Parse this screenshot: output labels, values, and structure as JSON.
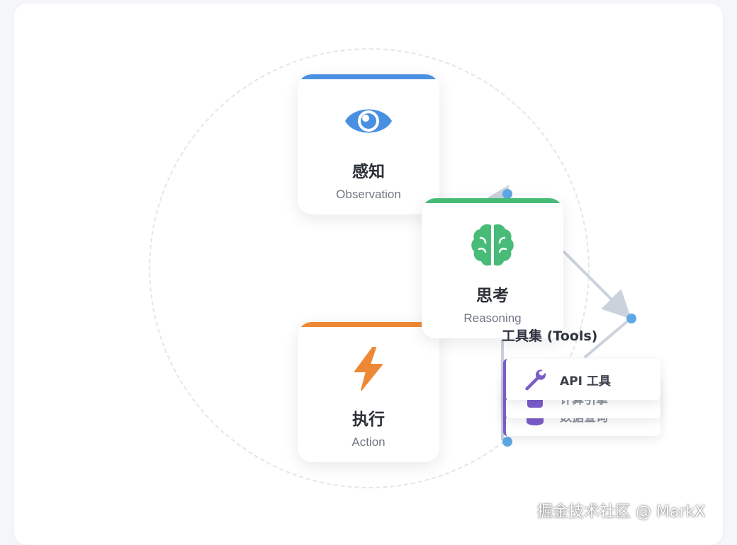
{
  "diagram": {
    "cards": [
      {
        "title": "感知",
        "subtitle": "Observation",
        "icon": "eye-icon",
        "color": "#4a90e2"
      },
      {
        "title": "思考",
        "subtitle": "Reasoning",
        "icon": "brain-icon",
        "color": "#48bb78"
      },
      {
        "title": "执行",
        "subtitle": "Action",
        "icon": "lightning-icon",
        "color": "#ed8936"
      }
    ],
    "tools": {
      "title": "工具集 (Tools)",
      "accent": "#7b5cc9",
      "items": [
        {
          "label": "API 工具",
          "icon": "wrench-icon"
        },
        {
          "label": "计算引擎",
          "icon": "calculator-icon"
        },
        {
          "label": "数据查询",
          "icon": "database-icon"
        }
      ]
    },
    "connector_color": "#cbd2dc",
    "node_color": "#5fa8e6"
  },
  "watermark": "掘金技术社区 @ MarkX"
}
